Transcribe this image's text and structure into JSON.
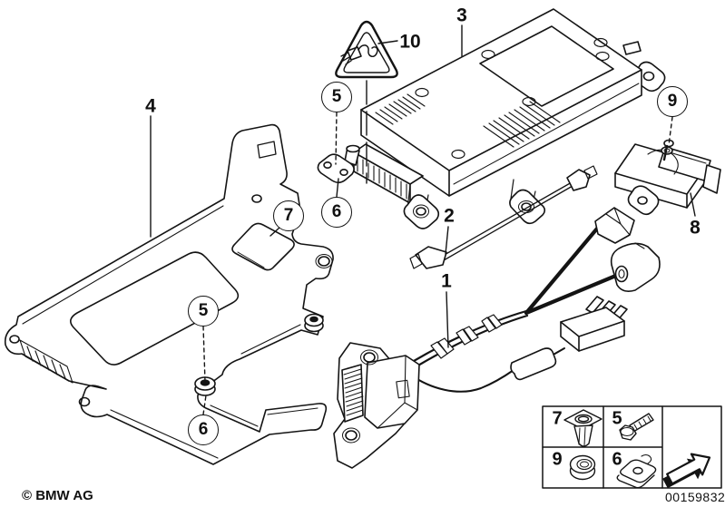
{
  "diagram": {
    "copyright": "© BMW AG",
    "document_number": "00159832",
    "parts": {
      "p1": "1",
      "p2": "2",
      "p3": "3",
      "p4": "4",
      "p5": "5",
      "p6": "6",
      "p7": "7",
      "p8": "8",
      "p9": "9",
      "p10": "10"
    },
    "legend": {
      "items": [
        {
          "label": "7",
          "icon": "expanding-rivet-icon"
        },
        {
          "label": "5",
          "icon": "hex-bolt-icon"
        },
        {
          "label": "9",
          "icon": "hex-nut-icon"
        },
        {
          "label": "6",
          "icon": "speed-nut-icon"
        }
      ],
      "arrow_icon": "continuation-arrow-icon"
    },
    "icons": {
      "warning_triangle": "cable-warning-icon"
    },
    "colors": {
      "line": "#141414",
      "background": "#ffffff"
    }
  }
}
